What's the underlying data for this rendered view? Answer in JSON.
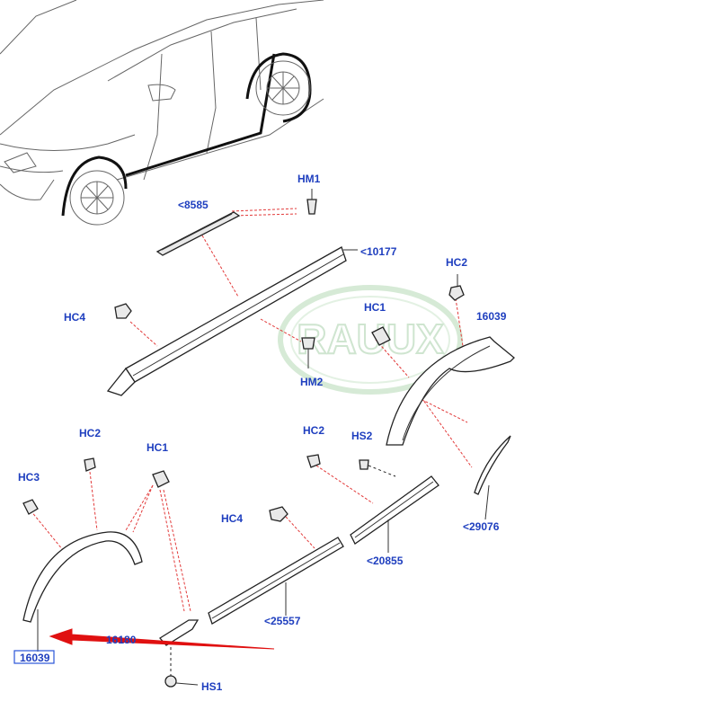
{
  "watermark": "RAUUX",
  "accent_color": "#1f3fbf",
  "leader_color": "#e23a3a",
  "arrow_color": "#e01010",
  "labels": {
    "hm1": "HM1",
    "p8585": "<8585",
    "p10177": "<10177",
    "hc2_top": "HC2",
    "hc4_top": "HC4",
    "hc1_top": "HC1",
    "p16039_top": "16039",
    "hm2": "HM2",
    "hc2_left": "HC2",
    "hc1_left": "HC1",
    "hc3": "HC3",
    "hc2_mid": "HC2",
    "hs2": "HS2",
    "hc4_bottom": "HC4",
    "p29076": "<29076",
    "p20855": "<20855",
    "p25557": "<25557",
    "p16180": "16180",
    "p16039_bottom": "16039",
    "hs1": "HS1"
  }
}
